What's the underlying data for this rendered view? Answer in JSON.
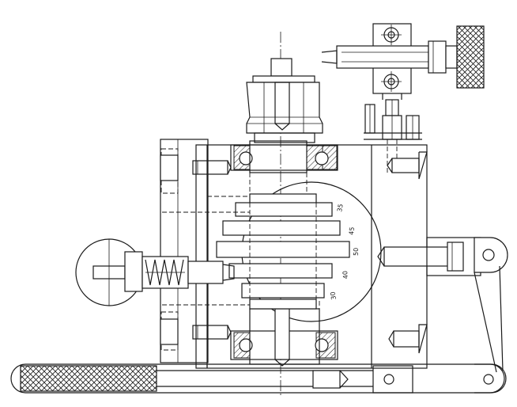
{
  "drawing": {
    "scale_labels": [
      "35",
      "45",
      "50",
      "40",
      "30"
    ]
  }
}
